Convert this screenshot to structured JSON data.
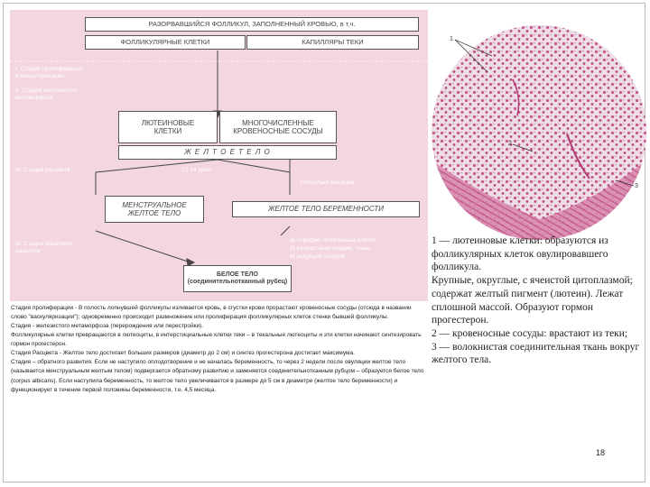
{
  "diagram": {
    "top_title": "РАЗОРВАВШИЙСЯ ФОЛЛИКУЛ, ЗАПОЛНЕННЫЙ КРОВЬЮ, в т.ч.",
    "top_left": "ФОЛЛИКУЛЯРНЫЕ КЛЕТКИ",
    "top_right": "КАПИЛЛЯРЫ ТЕКИ",
    "stage1": "I. Стадия пролиферации\nи васкуляризации",
    "stage2": "II. Стадия железистого\nметаморфоза",
    "stage3": "III. Стадия расцвета",
    "stage4": "III. Стадия обратного\nразвития",
    "luteal": "ЛЮТЕИНОВЫЕ\nКЛЕТКИ",
    "vessels": "МНОГОЧИСЛЕННЫЕ\nКРОВЕНОСНЫЕ СОСУДЫ",
    "corpus": "Ж Е Л Т О Е     Т Е Л О",
    "days": "12-14 дней",
    "months": "Несколько месяцев",
    "menstrual": "МЕНСТРУАЛЬНОЕ\nЖЕЛТОЕ ТЕЛО",
    "pregnancy": "ЖЕЛТОЕ ТЕЛО БЕРЕМЕННОСТИ",
    "regress": "а) Атрофия лютеиновых клеток\nб) разрастание соедин. ткани\nв) редукция сосудов",
    "white_body": "БЕЛОЕ ТЕЛО\n(соединительнотканный рубец)"
  },
  "text_paragraphs": [
    "Стадия пролиферации - В полость лопнувшей фолликулы изливается кровь, в сгустки крови прорастают кровеносные сосуды (отсюда в названии слово \"васкуляризации\"); одновременно происходит размножение или пролиферация фолликулярных клеток стенки бывшей фолликулы.",
    "Стадия - железистого метаморфоза (перерождения или перестройки).",
    "Фолликулярные клетки превращаются в лютеоциты, в интерстициальные клетки теки – в текальные лютеоциты и эти клетки начинают синтезировать гормон прогестерон.",
    "Стадия Расцвета - Желтое тело достигает больших размеров (диаметр до 2 см) и синтез прогестерона достигает максимума.",
    " Стадия – обратного развития. Если не наступило оплодотворение и не началась беременность, то через 2 недели после овуляции желтое тело (называется менструальным желтым телом) подвергается обратному развитию и заменяется соединительнотканным рубцом – образуется белое тело (corpus albicans). Если наступила беременность, то желтое тело увеличивается в размере до 5 см в диаметре (желтое тело беременности) и функционирует в течение первой половины беременности, т.е. 4,5 месяца."
  ],
  "legend": [
    "1 — лютеиновые клетки: образуются из фолликулярных клеток овулировавшего фолликула.",
    " Крупные, округлые, с ячеистой цитоплазмой; содержат желтый пигмент (лютеин). Лежат сплошной массой. Образуют гормон прогестерон.",
    " 2 — кровеносные сосуды: врастают из теки;",
    " 3 — волокнистая соединительная ткань вокруг желтого тела."
  ],
  "micro_markers": [
    "1",
    "2",
    "3"
  ],
  "page_number": "18",
  "colors": {
    "diagram_bg": "#f3d6df",
    "tissue": "#c9558a",
    "tissue_bg": "#eadbe4"
  }
}
